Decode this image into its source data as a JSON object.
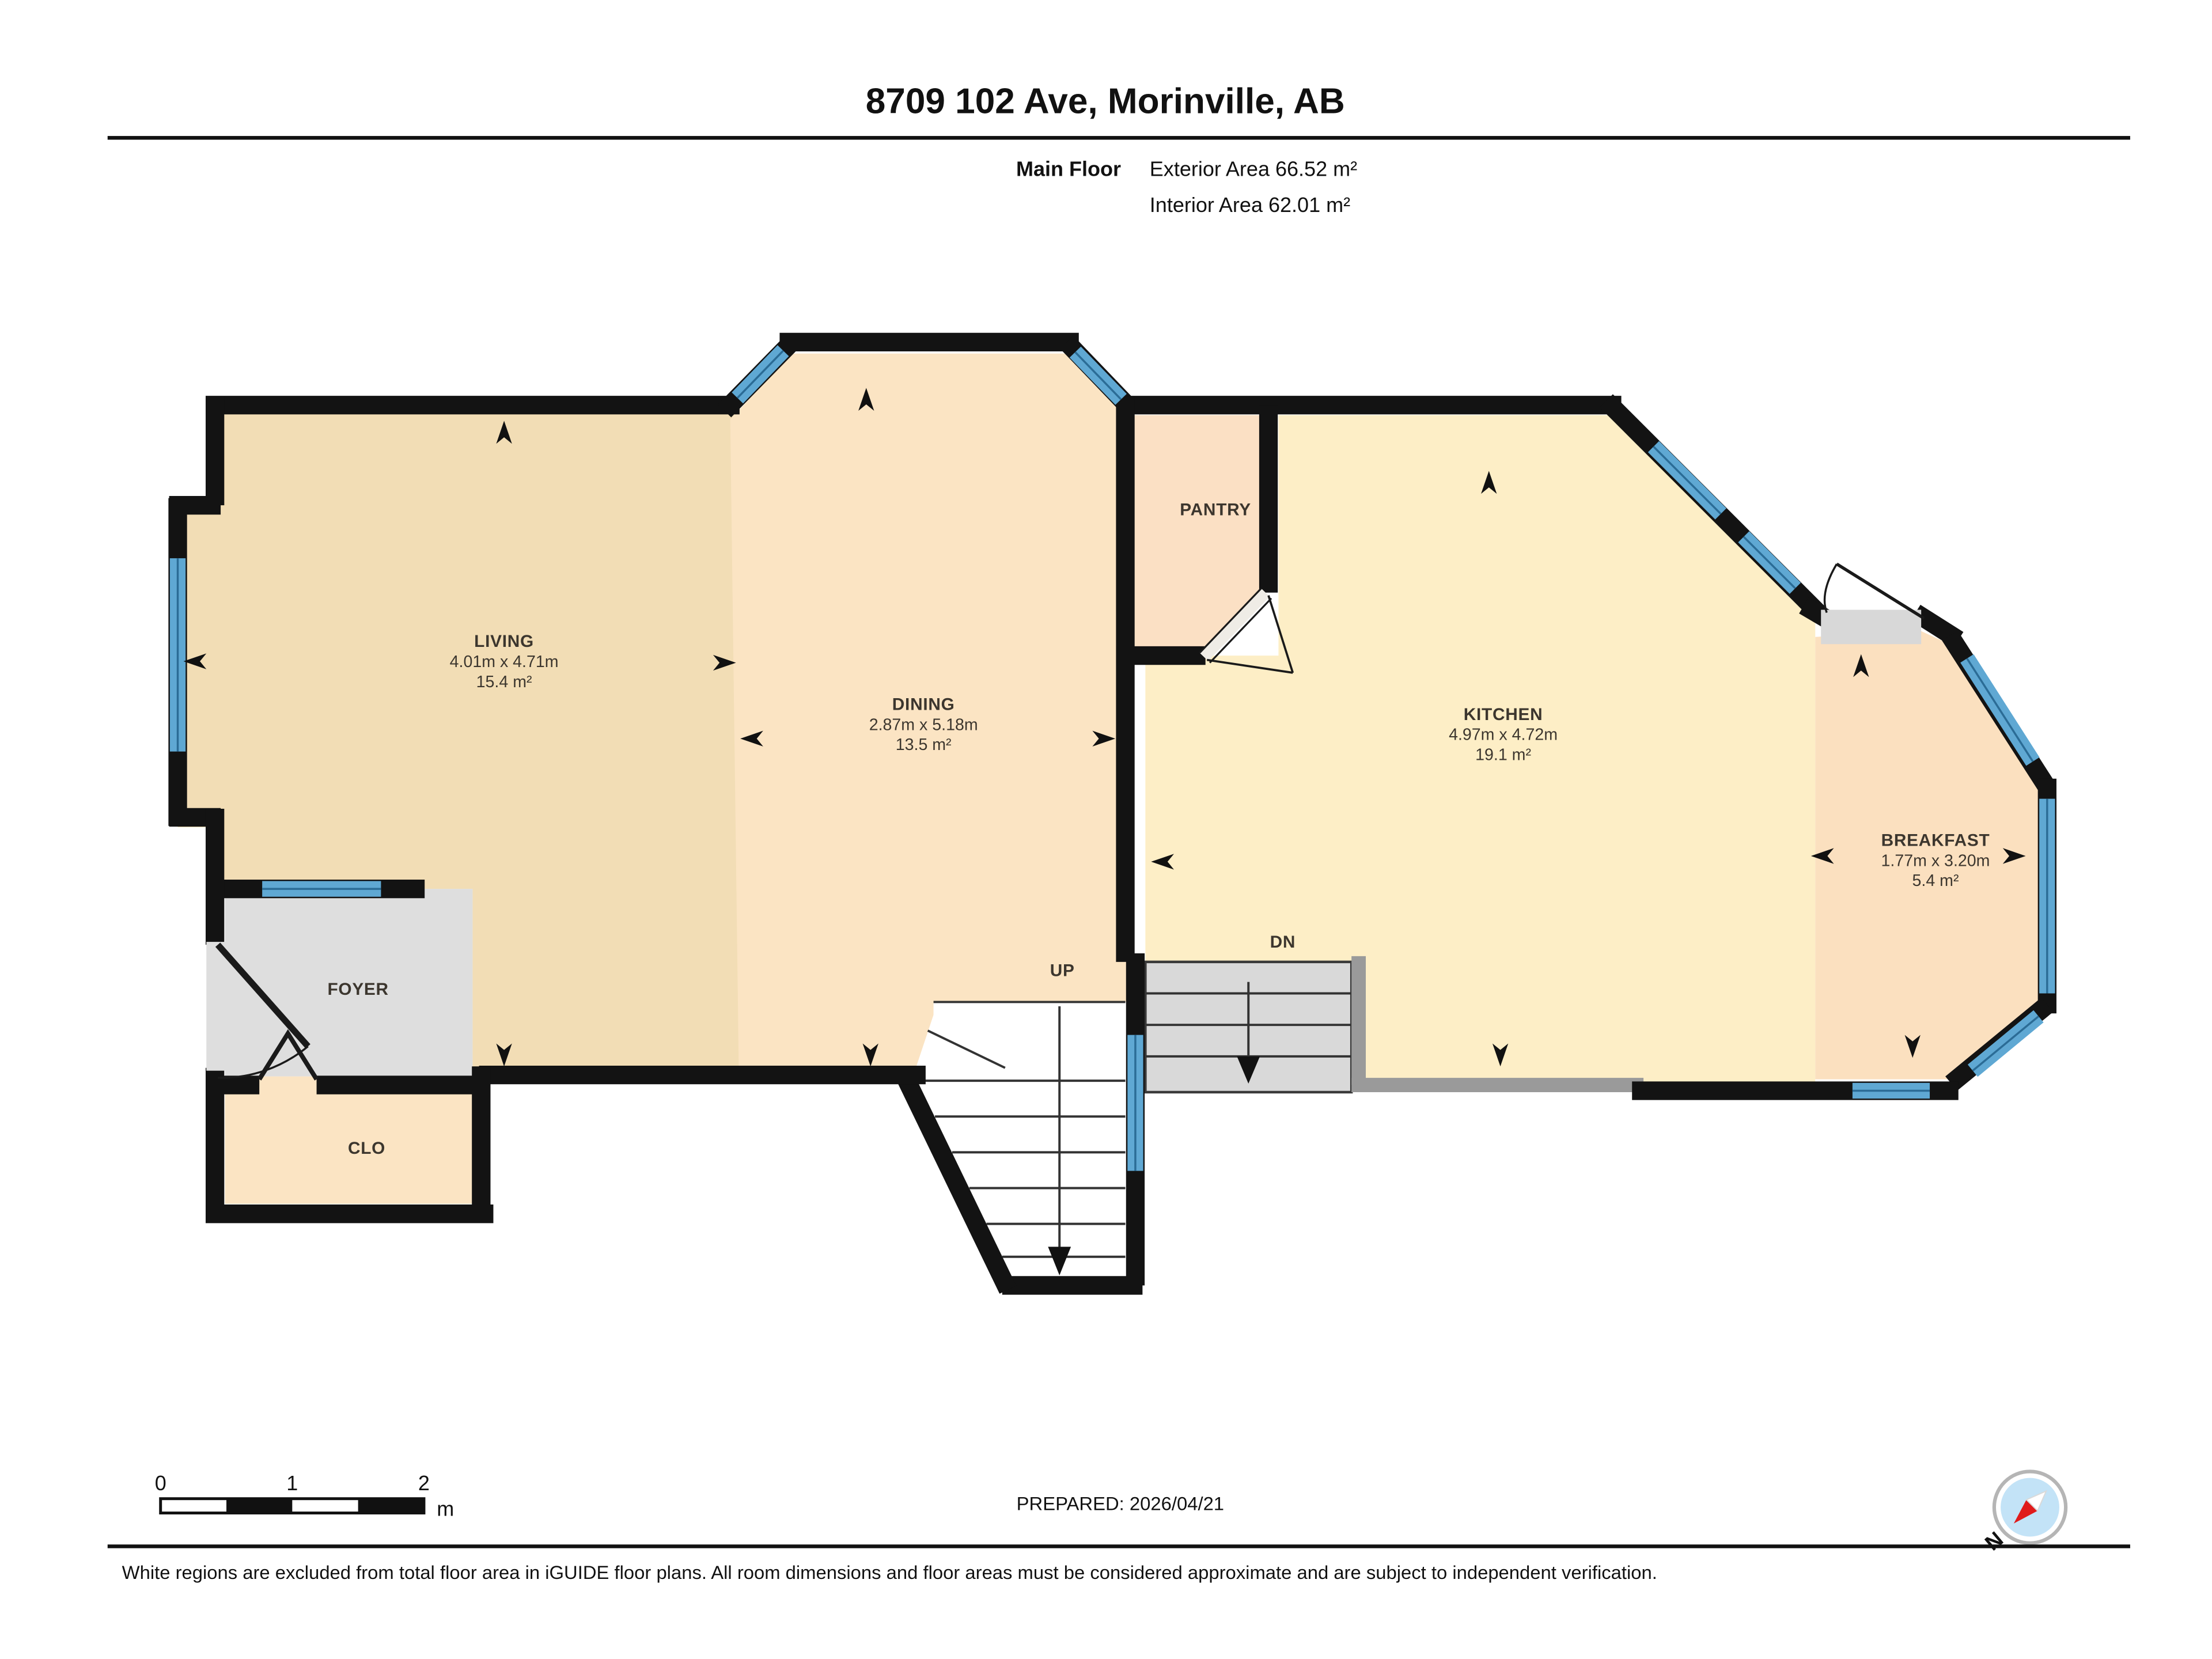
{
  "header": {
    "title": "8709 102 Ave, Morinville, AB",
    "floor_label": "Main Floor",
    "exterior_area": "Exterior Area 66.52 m²",
    "interior_area": "Interior Area 62.01 m²"
  },
  "rooms": {
    "living": {
      "name": "LIVING",
      "dims": "4.01m x 4.71m",
      "area": "15.4 m²"
    },
    "dining": {
      "name": "DINING",
      "dims": "2.87m x 5.18m",
      "area": "13.5 m²"
    },
    "kitchen": {
      "name": "KITCHEN",
      "dims": "4.97m x 4.72m",
      "area": "19.1 m²"
    },
    "breakfast": {
      "name": "BREAKFAST",
      "dims": "1.77m x 3.20m",
      "area": "5.4 m²"
    },
    "pantry": {
      "name": "PANTRY"
    },
    "foyer": {
      "name": "FOYER"
    },
    "closet": {
      "name": "CLO"
    }
  },
  "stairs": {
    "up_label": "UP",
    "down_label": "DN"
  },
  "scale_bar": {
    "tick0": "0",
    "tick1": "1",
    "tick2": "2",
    "unit": "m"
  },
  "footer": {
    "prepared": "PREPARED: 2026/04/21",
    "disclaimer": "White regions are excluded from total floor area in iGUIDE floor plans. All room dimensions and floor areas must be considered approximate and are subject to independent verification."
  },
  "compass": {
    "north_label": "N"
  },
  "colors": {
    "wall": "#131313",
    "window": "#5fa8d3",
    "room-living": "#f2ddb5",
    "room-dining": "#fbe4c3",
    "room-kitchen": "#fdeec6",
    "room-breakfast": "#fbe0bf",
    "room-pantry": "#fbe0c4",
    "room-clo": "#fbe4c3",
    "room-foyer": "#dedede",
    "stair-gray": "#d9d9d9",
    "gray-wall": "#9a9a9a",
    "label": "#3c362e"
  }
}
